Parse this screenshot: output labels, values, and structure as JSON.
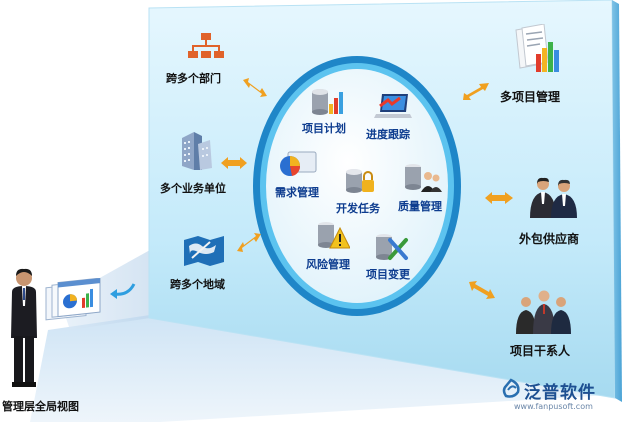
{
  "left": {
    "departments": "跨多个部门",
    "units": "多个业务单位",
    "regions": "跨多个地域"
  },
  "center": {
    "plan": "项目计划",
    "progress": "进度跟踪",
    "requirements": "需求管理",
    "dev_tasks": "开发任务",
    "quality": "质量管理",
    "risk": "风险管理",
    "change": "项目变更"
  },
  "right": {
    "multi_project": "多项目管理",
    "outsourcing": "外包供应商",
    "stakeholders": "项目干系人"
  },
  "bottom_caption": "管理层全局视图",
  "logo": {
    "name": "泛普软件",
    "url": "www.fanpusoft.com"
  },
  "colors": {
    "panel_top": "#e2f6fd",
    "panel_bottom": "#a9dcf1",
    "ring": "#2fa3e0",
    "arrow": "#f0a020",
    "label_blue": "#0d3c8f"
  }
}
